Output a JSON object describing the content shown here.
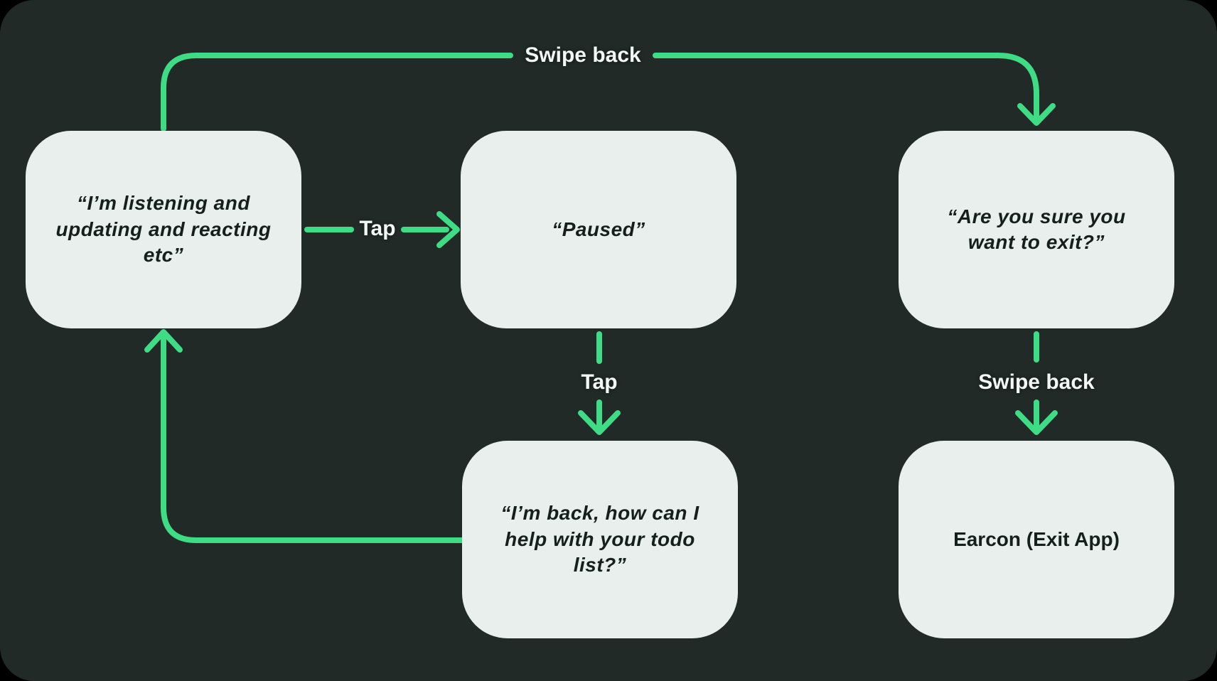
{
  "colors": {
    "canvas": "#000000",
    "panel_bg": "#212a27",
    "node_bg": "#e8efec",
    "arrow": "#3edc85",
    "node_text": "#15201c",
    "label_text": "#f2f6f4"
  },
  "diagram": {
    "type": "flowchart",
    "nodes": {
      "listening": {
        "text": "“I’m listening and\nupdating and reacting\netc”"
      },
      "paused": {
        "text": "“Paused”"
      },
      "exit_confirm": {
        "text": "“Are you sure you\nwant to exit?”"
      },
      "back": {
        "text": "“I’m back, how can I\nhelp with your todo\nlist?”"
      },
      "earcon": {
        "text": "Earcon (Exit App)"
      }
    },
    "labels": {
      "swipe_back_top": "Swipe back",
      "tap_horizontal": "Tap",
      "tap_vertical": "Tap",
      "swipe_back_vertical": "Swipe back"
    },
    "edges": [
      {
        "from": "listening",
        "to": "paused",
        "label": "Tap"
      },
      {
        "from": "paused",
        "to": "back",
        "label": "Tap"
      },
      {
        "from": "back",
        "to": "listening",
        "label": ""
      },
      {
        "from": "listening",
        "to": "exit_confirm",
        "label": "Swipe back"
      },
      {
        "from": "exit_confirm",
        "to": "earcon",
        "label": "Swipe back"
      }
    ]
  }
}
